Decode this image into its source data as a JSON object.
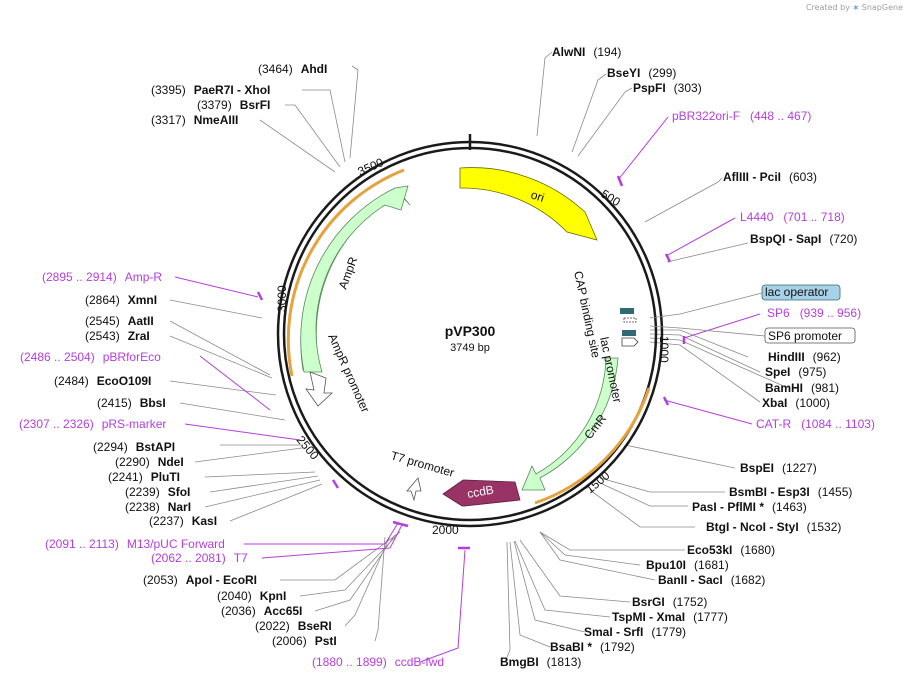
{
  "watermark": {
    "created_by": "Created by",
    "brand": "SnapGene"
  },
  "plasmid": {
    "name": "pVP300",
    "length_label": "3749 bp",
    "length": 3749
  },
  "ticks": [
    "500",
    "1000",
    "1500",
    "2000",
    "2500",
    "3000",
    "3500"
  ],
  "features": {
    "ori": "ori",
    "AmpR": "AmpR",
    "AmpR_promoter": "AmpR promoter",
    "CmR": "CmR",
    "ccdB": "ccdB",
    "T7_promoter": "T7 promoter",
    "lac_promoter": "lac promoter",
    "CAP_binding_site": "CAP binding site",
    "lac_operator": "lac operator",
    "SP6_promoter": "SP6 promoter"
  },
  "colors": {
    "backbone": "#1a1a1a",
    "ori": "#ffff00",
    "resistance": "#ccffcc",
    "ccdB": "#993366",
    "primer": "#b43ee0",
    "lac_operator_box": "#a8d0e6",
    "orange": "#e6a23c"
  },
  "labels": {
    "right_top": [
      {
        "name": "AlwNI",
        "pos": "(194)"
      },
      {
        "name": "BseYI",
        "pos": "(299)"
      },
      {
        "name": "PspFI",
        "pos": "(303)"
      },
      {
        "name": "AflIII  - PciI",
        "pos": "(603)"
      },
      {
        "name": "BspQI  - SapI",
        "pos": "(720)"
      },
      {
        "name": "HindIII",
        "pos": "(962)"
      },
      {
        "name": "SpeI",
        "pos": "(975)"
      },
      {
        "name": "BamHI",
        "pos": "(981)"
      },
      {
        "name": "XbaI",
        "pos": "(1000)"
      }
    ],
    "right_bottom": [
      {
        "name": "BspEI",
        "pos": "(1227)"
      },
      {
        "name": "BsmBI  - Esp3I",
        "pos": "(1455)"
      },
      {
        "name": "PasI  - PflMI *",
        "pos": "(1463)"
      },
      {
        "name": "BtgI  - NcoI  - StyI",
        "pos": "(1532)"
      },
      {
        "name": "Eco53kI",
        "pos": "(1680)"
      },
      {
        "name": "Bpu10I",
        "pos": "(1681)"
      },
      {
        "name": "BanII  - SacI",
        "pos": "(1682)"
      },
      {
        "name": "BsrGI",
        "pos": "(1752)"
      },
      {
        "name": "TspMI  - XmaI",
        "pos": "(1777)"
      },
      {
        "name": "SmaI  - SrfI",
        "pos": "(1779)"
      },
      {
        "name": "BsaBI *",
        "pos": "(1792)"
      },
      {
        "name": "BmgBI",
        "pos": "(1813)"
      }
    ],
    "left_top": [
      {
        "pos": "(3464)",
        "name": "AhdI"
      },
      {
        "pos": "(3395)",
        "name": "PaeR7I  - XhoI"
      },
      {
        "pos": "(3379)",
        "name": "BsrFI"
      },
      {
        "pos": "(3317)",
        "name": "NmeAIII"
      }
    ],
    "left_mid": [
      {
        "pos": "(2864)",
        "name": "XmnI"
      },
      {
        "pos": "(2545)",
        "name": "AatII"
      },
      {
        "pos": "(2543)",
        "name": "ZraI"
      },
      {
        "pos": "(2484)",
        "name": "EcoO109I"
      },
      {
        "pos": "(2415)",
        "name": "BbsI"
      },
      {
        "pos": "(2294)",
        "name": "BstAPI"
      },
      {
        "pos": "(2290)",
        "name": "NdeI"
      },
      {
        "pos": "(2241)",
        "name": "PluTI"
      },
      {
        "pos": "(2239)",
        "name": "SfoI"
      },
      {
        "pos": "(2238)",
        "name": "NarI"
      },
      {
        "pos": "(2237)",
        "name": "KasI"
      }
    ],
    "left_bottom": [
      {
        "pos": "(2053)",
        "name": "ApoI  - EcoRI"
      },
      {
        "pos": "(2040)",
        "name": "KpnI"
      },
      {
        "pos": "(2036)",
        "name": "Acc65I"
      },
      {
        "pos": "(2022)",
        "name": "BseRI"
      },
      {
        "pos": "(2006)",
        "name": "PstI"
      }
    ],
    "primers": [
      {
        "name": "pBR322ori-F",
        "range": "(448 .. 467)"
      },
      {
        "name": "L4440",
        "range": "(701 .. 718)"
      },
      {
        "name": "SP6",
        "range": "(939 .. 956)"
      },
      {
        "name": "CAT-R",
        "range": "(1084 .. 1103)"
      },
      {
        "name": "Amp-R",
        "range": "(2895 .. 2914)"
      },
      {
        "name": "pBRforEco",
        "range": "(2486 .. 2504)"
      },
      {
        "name": "pRS-marker",
        "range": "(2307 .. 2326)"
      },
      {
        "name": "M13/pUC Forward",
        "range": "(2091 .. 2113)"
      },
      {
        "name": "T7",
        "range": "(2062 .. 2081)"
      },
      {
        "name": "ccdB-fwd",
        "range": "(1880 .. 1899)"
      }
    ]
  }
}
